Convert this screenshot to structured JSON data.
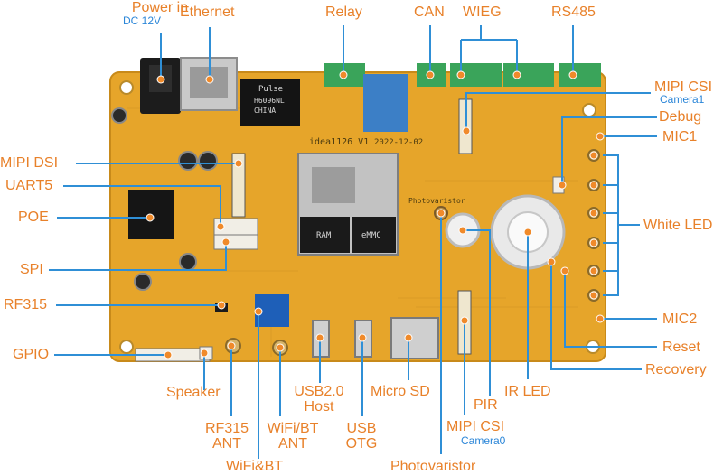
{
  "colors": {
    "accent_label": "#e8812a",
    "sub_label": "#2b86d8",
    "pcb": "#e6a52a",
    "leader": "#2f8fd6"
  },
  "labels": {
    "power_in": "Power in",
    "power_in_sub": "DC 12V",
    "ethernet": "Ethernet",
    "relay": "Relay",
    "can": "CAN",
    "wieg": "WIEG",
    "rs485": "RS485",
    "mipi_csi_top": "MIPI CSI",
    "mipi_csi_top_sub": "Camera1",
    "debug": "Debug",
    "mic1": "MIC1",
    "white_led": "White LED",
    "mic2": "MIC2",
    "reset": "Reset",
    "recovery": "Recovery",
    "mipi_dsi": "MIPI DSI",
    "uart5": "UART5",
    "poe": "POE",
    "spi": "SPI",
    "rf315": "RF315",
    "gpio": "GPIO",
    "speaker": "Speaker",
    "rf315_ant_l1": "RF315",
    "rf315_ant_l2": "ANT",
    "wifibt_l1": "WiFi&BT",
    "wifibt_ant_l1": "WiFi/BT",
    "wifibt_ant_l2": "ANT",
    "usb_host_l1": "USB2.0",
    "usb_host_l2": "Host",
    "usb_otg_l1": "USB",
    "usb_otg_l2": "OTG",
    "micro_sd": "Micro SD",
    "pir": "PIR",
    "ir_led": "IR LED",
    "mipi_csi_bottom": "MIPI CSI",
    "mipi_csi_bottom_sub": "Camera0",
    "photovaristor": "Photovaristor"
  },
  "silkscreen": {
    "board_name": "idea1126 V1",
    "board_date": "2022-12-02",
    "ram": "RAM",
    "emmc": "eMMC",
    "photovaristor_silk": "Photovaristor",
    "pulse_brand": "Pulse",
    "pulse_part": "H6096NL",
    "pulse_origin": "CHINA"
  }
}
